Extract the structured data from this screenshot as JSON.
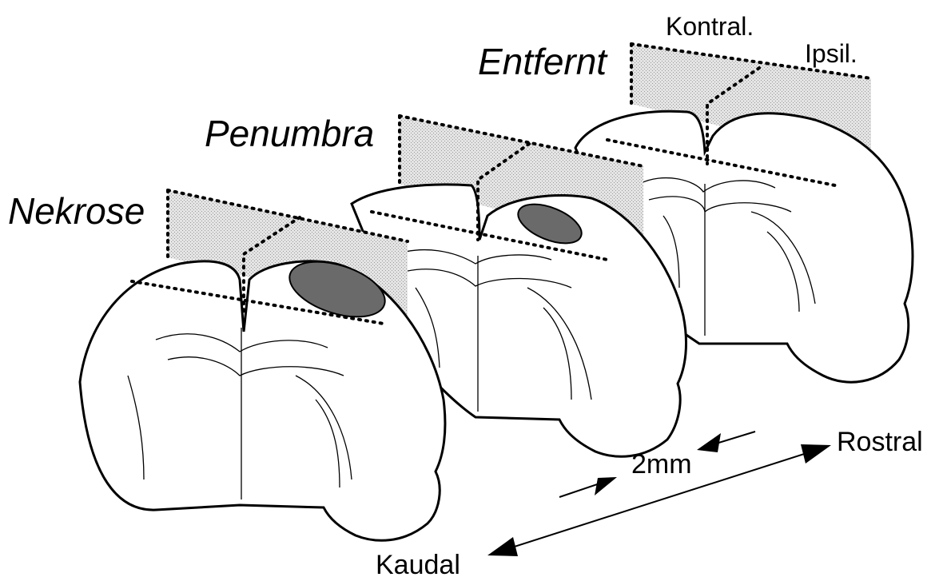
{
  "labels": {
    "nekrose": "Nekrose",
    "penumbra": "Penumbra",
    "entfernt": "Entfernt",
    "kontral": "Kontral.",
    "ipsil": "Ipsil.",
    "distance": "2mm",
    "rostral": "Rostral",
    "kaudal": "Kaudal"
  },
  "colors": {
    "lesion": "#6a6a6a",
    "plane": "#d0d0d0",
    "outline": "#000000"
  }
}
